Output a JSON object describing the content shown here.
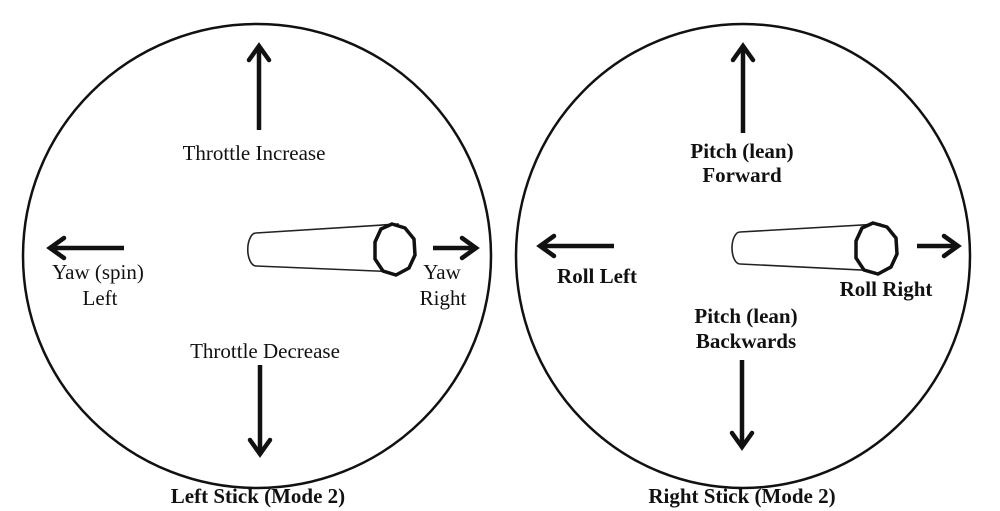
{
  "left_stick": {
    "up": "Throttle Increase",
    "down": "Throttle Decrease",
    "left_line1": "Yaw (spin)",
    "left_line2": "Left",
    "right_line1": "Yaw",
    "right_line2": "Right",
    "caption": "Left Stick (Mode 2)"
  },
  "right_stick": {
    "up_line1": "Pitch (lean)",
    "up_line2": "Forward",
    "down_line1": "Pitch (lean)",
    "down_line2": "Backwards",
    "left": "Roll Left",
    "right": "Roll Right",
    "caption": "Right Stick (Mode 2)"
  },
  "colors": {
    "ink": "#111111",
    "background": "#ffffff"
  },
  "icons": [
    "arrow-up-icon",
    "arrow-down-icon",
    "arrow-left-icon",
    "arrow-right-icon",
    "stick-icon"
  ]
}
